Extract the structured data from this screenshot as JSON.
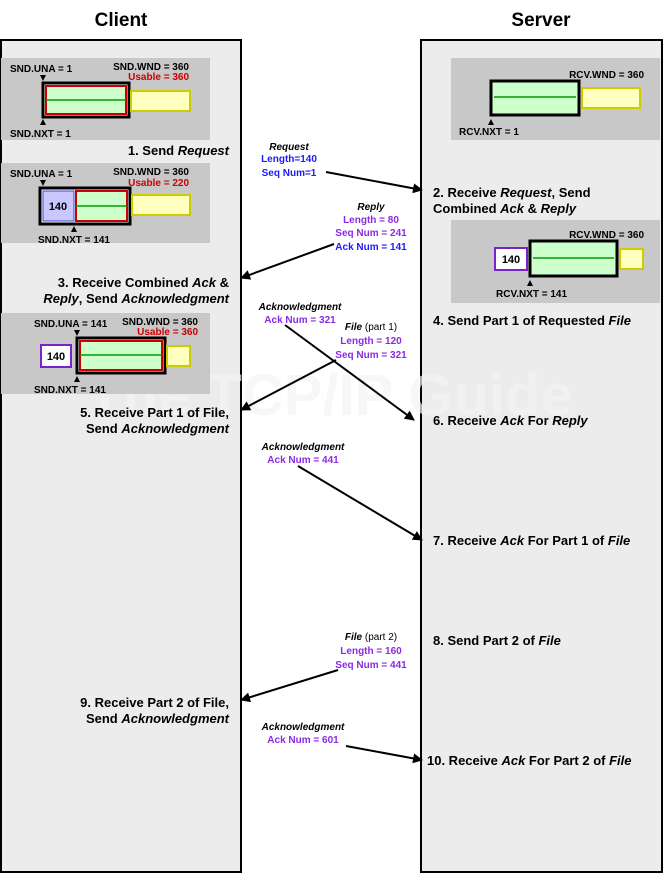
{
  "headers": {
    "client": "Client",
    "server": "Server"
  },
  "watermark": "The TCP/IP Guide",
  "colors": {
    "blue": "#1a1aff",
    "purple": "#8a2be2",
    "red": "#cc0000"
  },
  "client_windows": [
    {
      "una": "SND.UNA = 1",
      "wnd": "SND.WND = 360",
      "usable": "Usable = 360",
      "nxt": "SND.NXT = 1"
    },
    {
      "una": "SND.UNA = 1",
      "wnd": "SND.WND = 360",
      "usable": "Usable = 220",
      "sent": "140",
      "nxt": "SND.NXT = 141"
    },
    {
      "una": "SND.UNA = 141",
      "wnd": "SND.WND = 360",
      "usable": "Usable = 360",
      "acked": "140",
      "nxt": "SND.NXT = 141"
    }
  ],
  "server_windows": [
    {
      "wnd": "RCV.WND = 360",
      "nxt": "RCV.NXT = 1"
    },
    {
      "wnd": "RCV.WND = 360",
      "received": "140",
      "nxt": "RCV.NXT = 141"
    }
  ],
  "client_steps": [
    {
      "pre": "1. Send ",
      "em": "Request"
    },
    {
      "line1_pre": "3. Receive Combined ",
      "line1_em": "Ack",
      "line1_post": " &",
      "line2_em1": "Reply",
      "line2_mid": ", Send ",
      "line2_em2": "Acknowledgment"
    },
    {
      "line1": "5. Receive Part 1 of File,",
      "line2_pre": "Send ",
      "line2_em": "Acknowledgment"
    },
    {
      "line1": "9. Receive Part 2 of File,",
      "line2_pre": "Send ",
      "line2_em": "Acknowledgment"
    }
  ],
  "server_steps": [
    {
      "line1_pre": "2. Receive ",
      "line1_em": "Request",
      "line1_post": ", Send",
      "line2_pre": "Combined ",
      "line2_em1": "Ack",
      "line2_mid": " & ",
      "line2_em2": "Reply"
    },
    {
      "pre": "4. Send Part 1 of Requested ",
      "em": "File"
    },
    {
      "pre": "6. Receive ",
      "em": "Ack",
      "mid": " For ",
      "em2": "Reply"
    },
    {
      "pre": "7. Receive ",
      "em": "Ack",
      "mid": " For Part 1 of ",
      "em2": "File"
    },
    {
      "pre": "8. Send Part 2 of ",
      "em": "File"
    },
    {
      "pre": "10. Receive ",
      "em": "Ack",
      "mid": " For Part 2 of ",
      "em2": "File"
    }
  ],
  "messages": [
    {
      "title": "Request",
      "lines": [
        "Length=140",
        "Seq Num=1"
      ]
    },
    {
      "title": "Reply",
      "lines": [
        "Length = 80",
        "Seq Num = 241",
        "Ack Num = 141"
      ]
    },
    {
      "title": "Acknowledgment",
      "lines": [
        "Ack Num = 321"
      ]
    },
    {
      "title": "File",
      "title_suffix": " (part 1)",
      "lines": [
        "Length = 120",
        "Seq Num = 321"
      ]
    },
    {
      "title": "Acknowledgment",
      "lines": [
        "Ack Num = 441"
      ]
    },
    {
      "title": "File",
      "title_suffix": " (part 2)",
      "lines": [
        "Length = 160",
        "Seq Num = 441"
      ]
    },
    {
      "title": "Acknowledgment",
      "lines": [
        "Ack Num = 601"
      ]
    }
  ]
}
